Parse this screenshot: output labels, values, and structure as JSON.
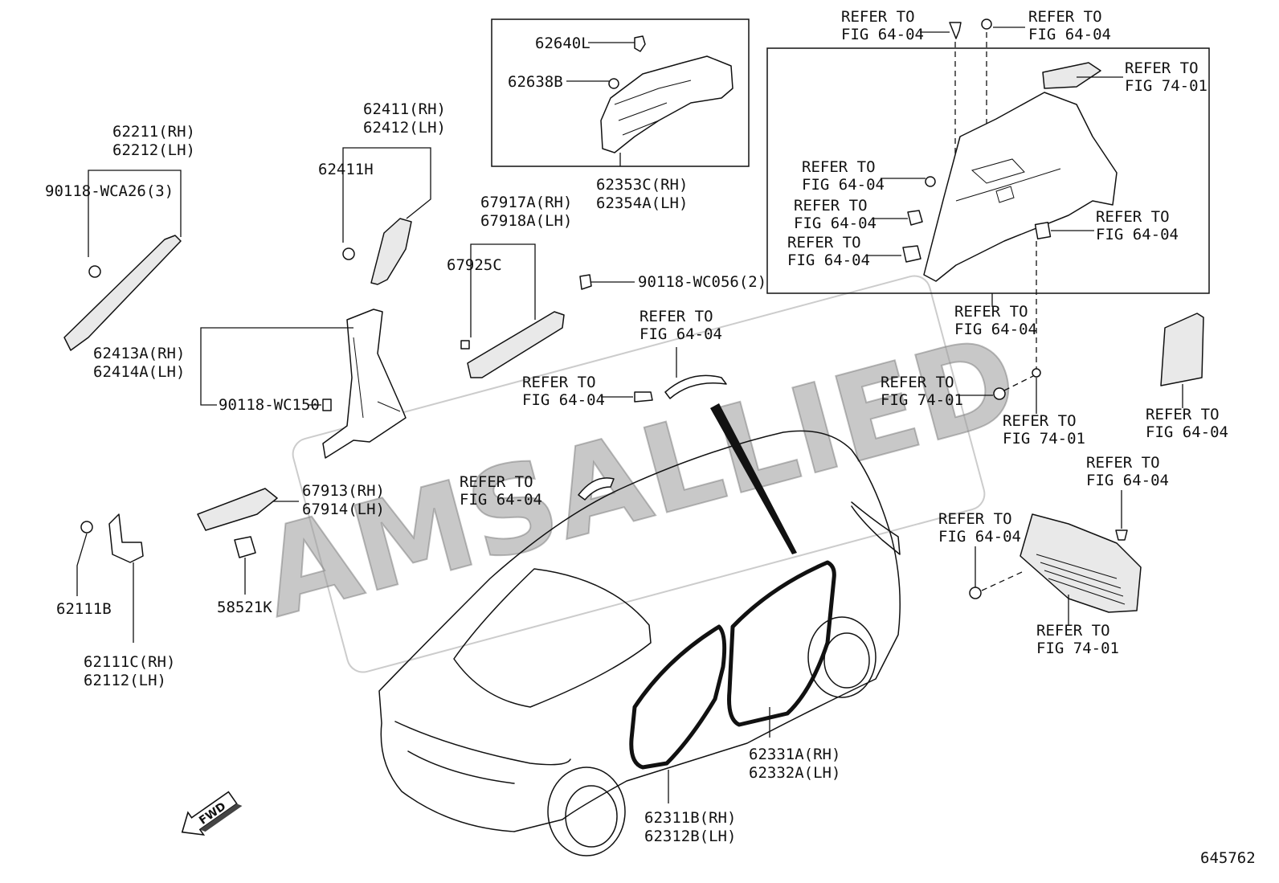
{
  "watermark": "AMSALLIED",
  "figure_id": "645762",
  "fwd_label": "FWD",
  "labels": {
    "p62211": "62211(RH)",
    "p62212": "62212(LH)",
    "p90118wca26": "90118-WCA26(3)",
    "p62411rh": "62411(RH)",
    "p62412lh": "62412(LH)",
    "p62411h": "62411H",
    "p62413a": "62413A(RH)",
    "p62414a": "62414A(LH)",
    "p90118wc150": "90118-WC150",
    "p62640l": "62640L",
    "p62638b": "62638B",
    "p62353c": "62353C(RH)",
    "p62354a": "62354A(LH)",
    "p67917a": "67917A(RH)",
    "p67918a": "67918A(LH)",
    "p67925c": "67925C",
    "p90118wc056": "90118-WC056(2)",
    "p67913": "67913(RH)",
    "p67914": "67914(LH)",
    "p58521k": "58521K",
    "p62111b": "62111B",
    "p62111c": "62111C(RH)",
    "p62112": "62112(LH)",
    "p62331a": "62331A(RH)",
    "p62332a": "62332A(LH)",
    "p62311b": "62311B(RH)",
    "p62312b": "62312B(LH)"
  },
  "refs": [
    {
      "l1": "REFER TO",
      "l2": "FIG 64-04"
    },
    {
      "l1": "REFER TO",
      "l2": "FIG 64-04"
    },
    {
      "l1": "REFER TO",
      "l2": "FIG 74-01"
    },
    {
      "l1": "REFER TO",
      "l2": "FIG 64-04"
    },
    {
      "l1": "REFER TO",
      "l2": "FIG 64-04"
    },
    {
      "l1": "REFER TO",
      "l2": "FIG 64-04"
    },
    {
      "l1": "REFER TO",
      "l2": "FIG 64-04"
    },
    {
      "l1": "REFER TO",
      "l2": "FIG 64-04"
    },
    {
      "l1": "REFER TO",
      "l2": "FIG 74-01"
    },
    {
      "l1": "REFER TO",
      "l2": "FIG 74-01"
    },
    {
      "l1": "REFER TO",
      "l2": "FIG 64-04"
    },
    {
      "l1": "REFER TO",
      "l2": "FIG 64-04"
    },
    {
      "l1": "REFER TO",
      "l2": "FIG 64-04"
    },
    {
      "l1": "REFER TO",
      "l2": "FIG 74-01"
    },
    {
      "l1": "REFER TO",
      "l2": "FIG 64-04"
    },
    {
      "l1": "REFER TO",
      "l2": "FIG 64-04"
    },
    {
      "l1": "REFER TO",
      "l2": "FIG 64-04"
    }
  ]
}
